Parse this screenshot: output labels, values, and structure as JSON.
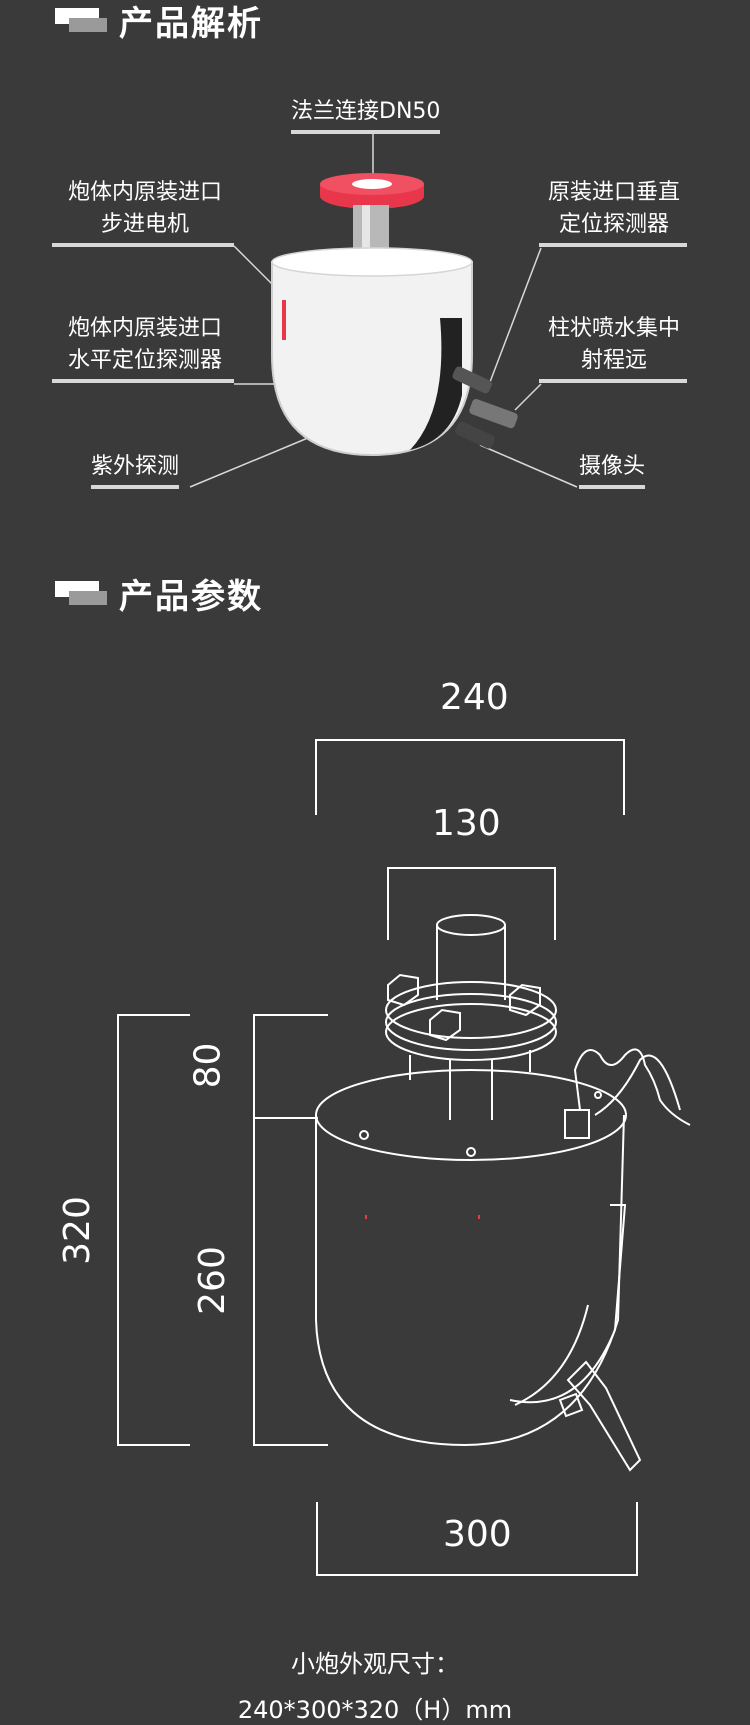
{
  "sections": {
    "analysis_title": "产品解析",
    "params_title": "产品参数"
  },
  "labels": {
    "flange": "法兰连接DN50",
    "motor_line1": "炮体内原装进口",
    "motor_line2": "步进电机",
    "vertical_line1": "原装进口垂直",
    "vertical_line2": "定位探测器",
    "horizontal_line1": "炮体内原装进口",
    "horizontal_line2": "水平定位探测器",
    "jet_line1": "柱状喷水集中",
    "jet_line2": "射程远",
    "uv": "紫外探测",
    "camera": "摄像头"
  },
  "dimensions": {
    "top_width": "240",
    "flange_width": "130",
    "height_total": "320",
    "height_top": "80",
    "height_body": "260",
    "bottom_width": "300"
  },
  "caption": {
    "line1": "小炮外观尺寸：",
    "line2": "240*300*320（H）mm"
  },
  "colors": {
    "background": "#3a3a3a",
    "accent_red": "#e8374a",
    "line": "#ffffff"
  }
}
